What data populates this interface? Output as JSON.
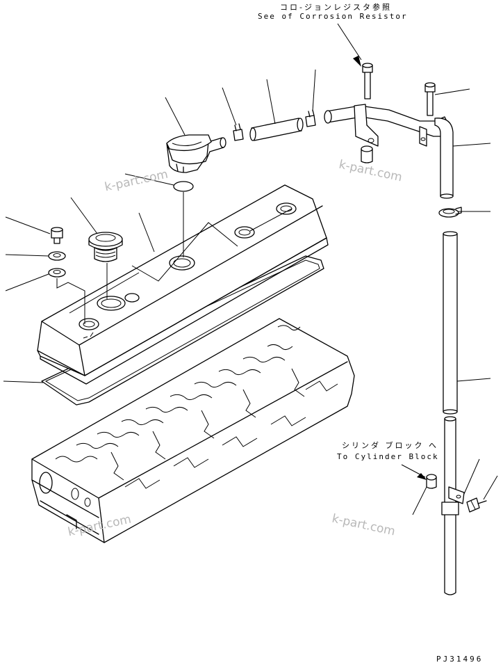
{
  "labels": {
    "corrosion_jp": "コロ-ジョンレジスタ参照",
    "corrosion_en": "See of Corrosion Resistor",
    "cylinder_jp": "シリンダ ブロック へ",
    "cylinder_en": "To Cylinder Block",
    "drawing_code": "PJ31496"
  },
  "watermark": "k-part.com"
}
